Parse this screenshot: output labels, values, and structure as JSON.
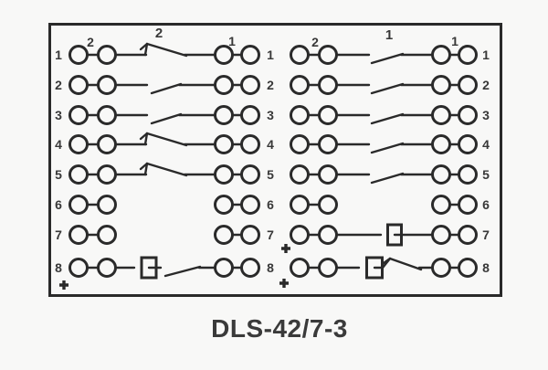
{
  "title": "DLS-42/7-3",
  "colors": {
    "line": "#2a2a2a",
    "background": "#f8f8f7",
    "text": "#3a3a3a"
  },
  "diagram": {
    "left_terminal_numbers": [
      "1",
      "2",
      "3",
      "4",
      "5",
      "6",
      "7",
      "8"
    ],
    "center_terminal_numbers": [
      "1",
      "2",
      "3",
      "4",
      "5",
      "6",
      "7",
      "8"
    ],
    "right_terminal_numbers": [
      "1",
      "2",
      "3",
      "4",
      "5",
      "6",
      "7",
      "8"
    ],
    "row1_labels": {
      "left_group": {
        "pair_gap": "2",
        "switch": "2",
        "right_pair_gap": "1"
      },
      "right_group": {
        "pair_gap": "2",
        "switch": "1",
        "right_pair_gap": "1"
      }
    },
    "left_group_rows": [
      {
        "terminal": "1",
        "contact": "hook",
        "coil": false
      },
      {
        "terminal": "2",
        "contact": "open",
        "coil": false
      },
      {
        "terminal": "3",
        "contact": "open",
        "coil": false
      },
      {
        "terminal": "4",
        "contact": "hook",
        "coil": false
      },
      {
        "terminal": "5",
        "contact": "hook",
        "coil": false
      },
      {
        "terminal": "6",
        "contact": "none",
        "coil": false
      },
      {
        "terminal": "7",
        "contact": "none",
        "coil": false
      },
      {
        "terminal": "8",
        "contact": "open",
        "coil": true
      }
    ],
    "right_group_rows": [
      {
        "terminal": "1",
        "contact": "open",
        "coil": false
      },
      {
        "terminal": "2",
        "contact": "open",
        "coil": false
      },
      {
        "terminal": "3",
        "contact": "open",
        "coil": false
      },
      {
        "terminal": "4",
        "contact": "open",
        "coil": false
      },
      {
        "terminal": "5",
        "contact": "open",
        "coil": false
      },
      {
        "terminal": "6",
        "contact": "none",
        "coil": false
      },
      {
        "terminal": "7",
        "contact": "through",
        "coil": true
      },
      {
        "terminal": "8",
        "contact": "hook",
        "coil": true
      }
    ],
    "plus_marks": {
      "left_group": [
        "below-terminal-8"
      ],
      "right_group": [
        "above-terminal-8",
        "below-terminal-8"
      ]
    }
  }
}
